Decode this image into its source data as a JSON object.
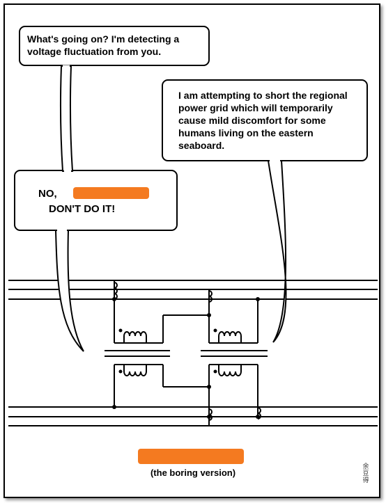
{
  "bubbles": {
    "top_left": {
      "line1": "What's going on?  I'm detecting a",
      "line2": "voltage fluctuation from you."
    },
    "right": {
      "line1": "I am attempting to short the regional",
      "line2": "power grid which will temporarily",
      "line3": "cause mild discomfort for some",
      "line4": "humans living on the eastern",
      "line5": "seaboard."
    },
    "middle_left": {
      "line1": "NO,",
      "line2": "DON'T DO IT!"
    }
  },
  "caption": "(the boring version)",
  "signature": "余豆得",
  "colors": {
    "redaction": "#f47a20",
    "ink": "#000000"
  }
}
